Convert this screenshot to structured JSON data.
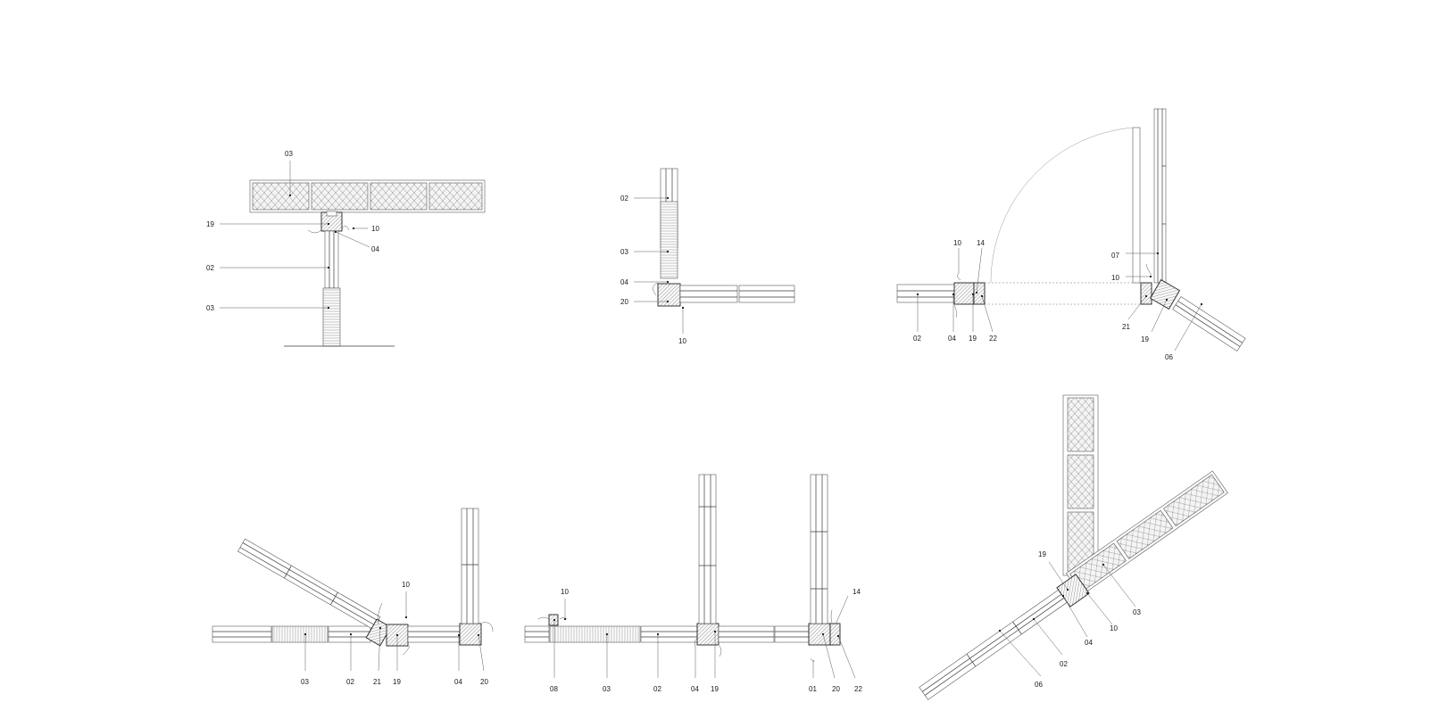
{
  "details": [
    {
      "id": "detail-1",
      "callouts": [
        {
          "label": "03"
        },
        {
          "label": "19"
        },
        {
          "label": "10"
        },
        {
          "label": "04"
        },
        {
          "label": "02"
        },
        {
          "label": "03"
        }
      ]
    },
    {
      "id": "detail-2",
      "callouts": [
        {
          "label": "02"
        },
        {
          "label": "03"
        },
        {
          "label": "04"
        },
        {
          "label": "20"
        },
        {
          "label": "10"
        }
      ]
    },
    {
      "id": "detail-3",
      "callouts": [
        {
          "label": "10"
        },
        {
          "label": "14"
        },
        {
          "label": "02"
        },
        {
          "label": "04"
        },
        {
          "label": "19"
        },
        {
          "label": "22"
        },
        {
          "label": "07"
        },
        {
          "label": "10"
        },
        {
          "label": "21"
        },
        {
          "label": "19"
        },
        {
          "label": "06"
        }
      ]
    },
    {
      "id": "detail-4",
      "callouts": [
        {
          "label": "10"
        },
        {
          "label": "03"
        },
        {
          "label": "02"
        },
        {
          "label": "21"
        },
        {
          "label": "19"
        },
        {
          "label": "04"
        },
        {
          "label": "20"
        }
      ]
    },
    {
      "id": "detail-5",
      "callouts": [
        {
          "label": "10"
        },
        {
          "label": "14"
        },
        {
          "label": "08"
        },
        {
          "label": "03"
        },
        {
          "label": "02"
        },
        {
          "label": "04"
        },
        {
          "label": "19"
        },
        {
          "label": "01"
        },
        {
          "label": "20"
        },
        {
          "label": "22"
        }
      ]
    },
    {
      "id": "detail-6",
      "callouts": [
        {
          "label": "19"
        },
        {
          "label": "03"
        },
        {
          "label": "10"
        },
        {
          "label": "04"
        },
        {
          "label": "02"
        },
        {
          "label": "06"
        }
      ]
    }
  ]
}
